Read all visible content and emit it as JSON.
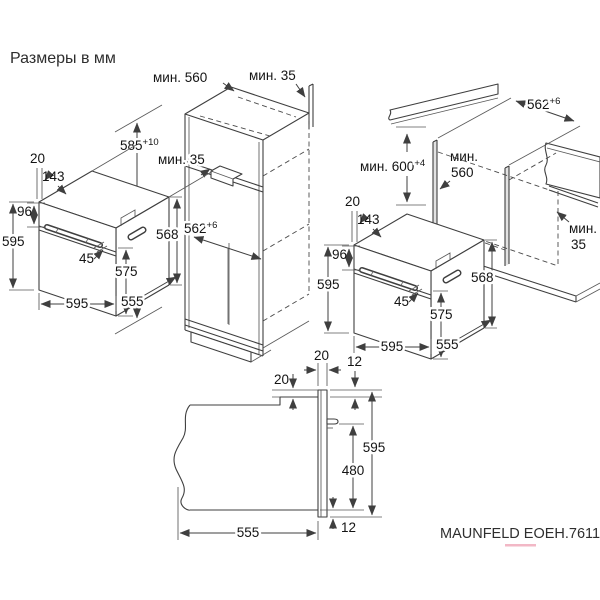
{
  "title": "Размеры в мм",
  "model": "MAUNFELD EOEH.7611",
  "colors": {
    "line": "#3f3f3f",
    "underline": "#f2b8c6"
  },
  "oven": {
    "d20": "20",
    "d143": "143",
    "d96": "96",
    "d595_left": "595",
    "d45": "45",
    "d575": "575",
    "d595_bottom": "595",
    "d555": "555",
    "d568": "568"
  },
  "tall_cabinet": {
    "min560": "мин. 560",
    "min35_top": "мин. 35",
    "niche_height": "585",
    "niche_height_tol": "+10",
    "min35_shelf": "мин. 35",
    "niche_width": "562",
    "niche_width_tol": "+6"
  },
  "under_counter": {
    "niche_width": "562",
    "niche_width_tol": "+6",
    "min600": "мин. 600",
    "min600_tol": "+4",
    "min_label": "мин.",
    "v560": "560",
    "min_label2": "мин.",
    "v35": "35"
  },
  "side_view": {
    "d20_top": "20",
    "d20_left": "20",
    "d12_top": "12",
    "d595": "595",
    "d480": "480",
    "d12_bottom": "12",
    "d555": "555"
  }
}
